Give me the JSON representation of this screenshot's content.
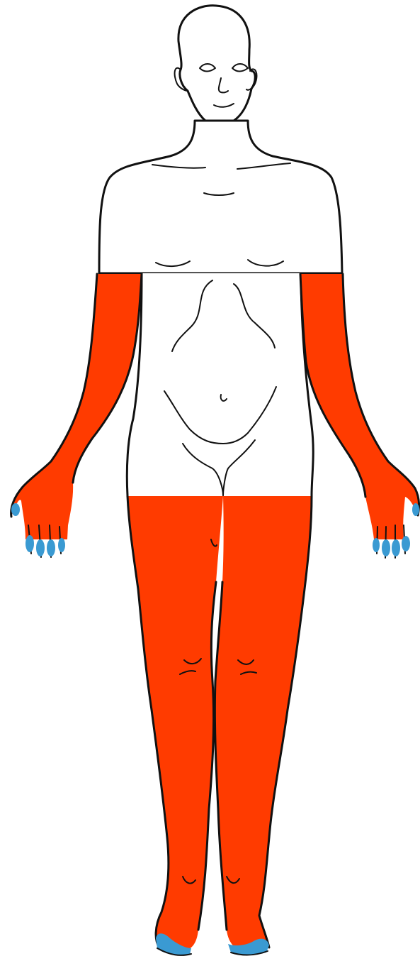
{
  "diagram": {
    "subject": "front-view-human-body-outline",
    "regions": [
      {
        "id": "upper-arms-forearms-hands",
        "color": "#ff3b00"
      },
      {
        "id": "thighs-legs-feet",
        "color": "#ff3b00"
      },
      {
        "id": "fingertips",
        "color": "#3a9ad2"
      },
      {
        "id": "toes",
        "color": "#3a9ad2"
      }
    ],
    "colors": {
      "affected_red": "#ff3b00",
      "extremity_blue": "#3a9ad2",
      "outline": "#111111",
      "background": "#ffffff"
    }
  }
}
